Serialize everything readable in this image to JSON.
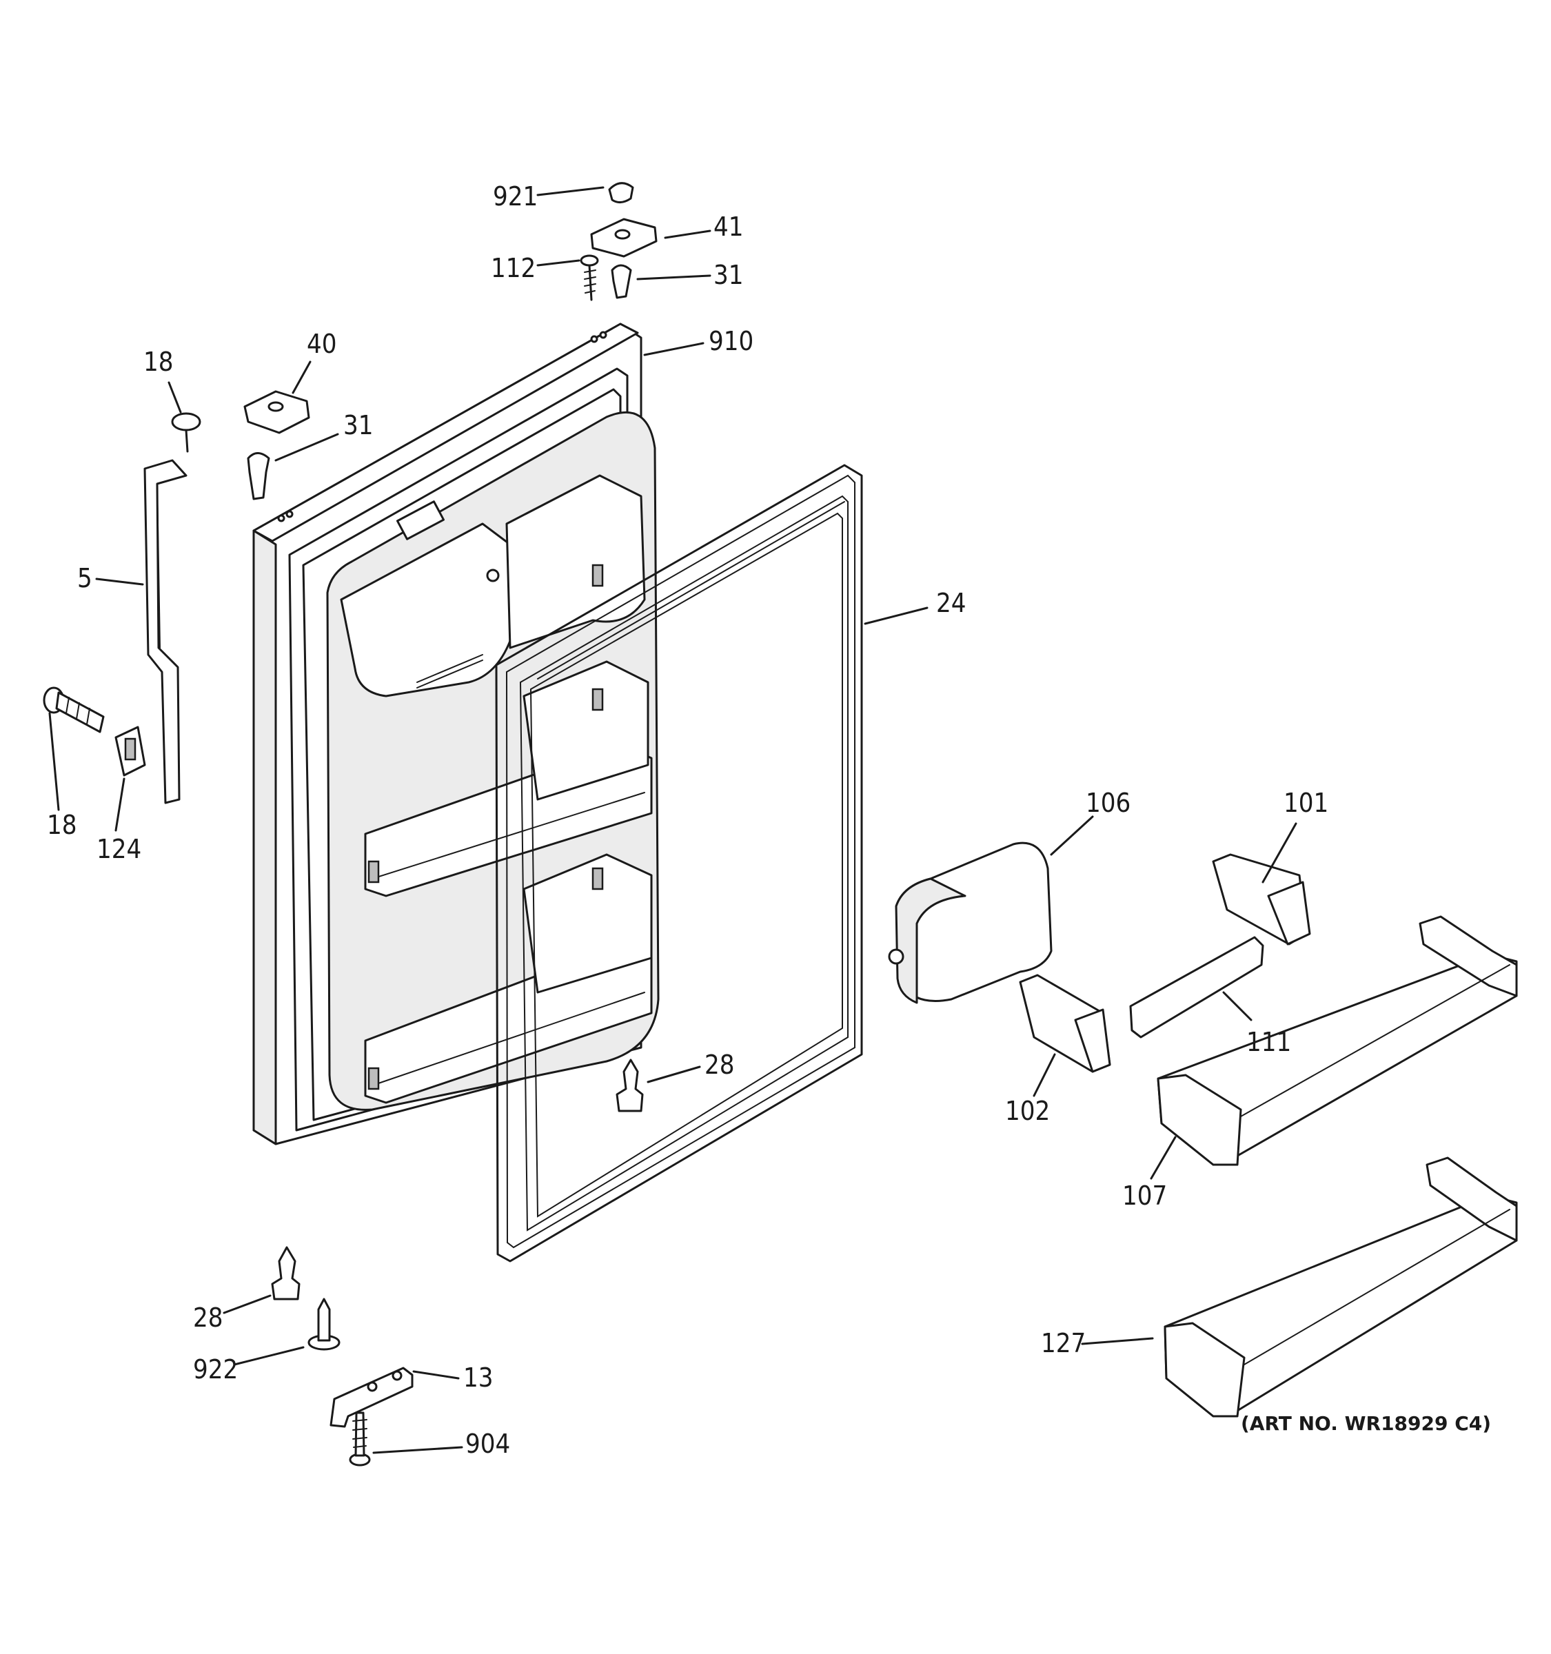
{
  "diagram": {
    "callouts": [
      {
        "id": "c-921",
        "label": "921"
      },
      {
        "id": "c-41",
        "label": "41"
      },
      {
        "id": "c-112",
        "label": "112"
      },
      {
        "id": "c-31-top",
        "label": "31"
      },
      {
        "id": "c-910",
        "label": "910"
      },
      {
        "id": "c-40",
        "label": "40"
      },
      {
        "id": "c-18-top",
        "label": "18"
      },
      {
        "id": "c-31-left",
        "label": "31"
      },
      {
        "id": "c-5",
        "label": "5"
      },
      {
        "id": "c-24",
        "label": "24"
      },
      {
        "id": "c-18-bottom",
        "label": "18"
      },
      {
        "id": "c-124",
        "label": "124"
      },
      {
        "id": "c-106",
        "label": "106"
      },
      {
        "id": "c-101",
        "label": "101"
      },
      {
        "id": "c-111",
        "label": "111"
      },
      {
        "id": "c-102",
        "label": "102"
      },
      {
        "id": "c-28-mid",
        "label": "28"
      },
      {
        "id": "c-107",
        "label": "107"
      },
      {
        "id": "c-28-bottom",
        "label": "28"
      },
      {
        "id": "c-922",
        "label": "922"
      },
      {
        "id": "c-13",
        "label": "13"
      },
      {
        "id": "c-904",
        "label": "904"
      },
      {
        "id": "c-127",
        "label": "127"
      }
    ],
    "art_number": "(ART NO. WR18929 C4)"
  }
}
